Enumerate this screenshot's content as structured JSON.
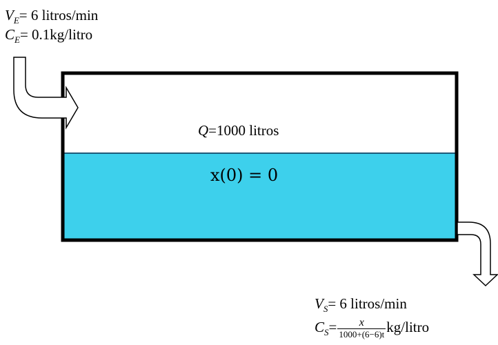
{
  "inlet": {
    "flow_symbol": "V",
    "flow_subscript": "E",
    "flow_text": "= 6 litros/min",
    "conc_symbol": "C",
    "conc_subscript": "E",
    "conc_text": "= 0.1kg/litro"
  },
  "tank": {
    "capacity_symbol": "Q",
    "capacity_text": "=1000 litros",
    "initial_condition": "x(0) = 0",
    "liquid_color": "#3dd0ec",
    "wall_color": "#000000"
  },
  "outlet": {
    "flow_symbol": "V",
    "flow_subscript": "S",
    "flow_text": "= 6 litros/min",
    "conc_symbol": "C",
    "conc_subscript": "S",
    "conc_eq": "=",
    "conc_numerator": "x",
    "conc_denominator": "1000+(6−6)t",
    "conc_unit": "kg/litro"
  }
}
